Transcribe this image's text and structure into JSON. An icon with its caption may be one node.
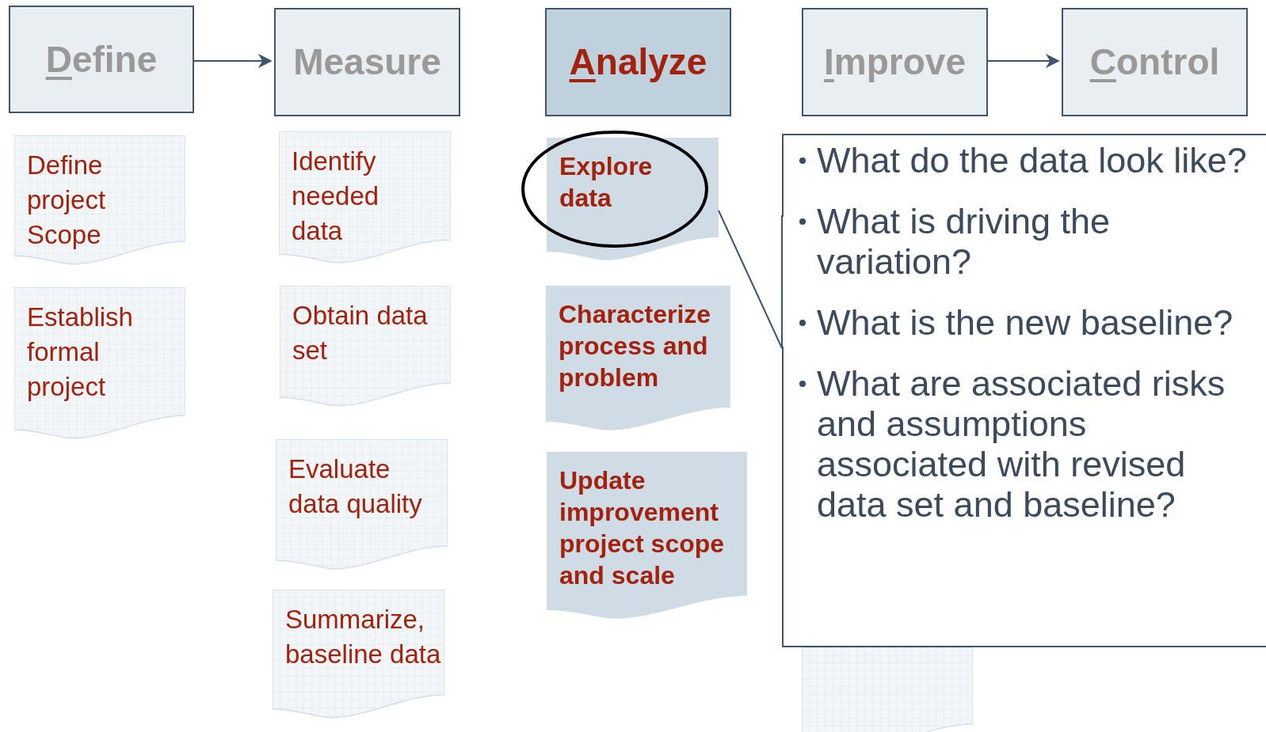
{
  "diagram": {
    "nodes": [
      {
        "text": [
          "Define"
        ]
      },
      {
        "text": [
          "Measure"
        ]
      },
      {
        "text": [
          "Analyze"
        ]
      },
      {
        "text": [
          "Improve"
        ]
      },
      {
        "text": [
          "Control"
        ]
      },
      {
        "text": [
          "Define project Scope"
        ]
      },
      {
        "text": [
          "Establish formal project"
        ]
      },
      {
        "text": [
          "Identify needed data"
        ]
      },
      {
        "text": [
          "Obtain data set"
        ]
      },
      {
        "text": [
          "Evaluate data quality"
        ]
      },
      {
        "text": [
          "Summarize, baseline data"
        ]
      },
      {
        "text": [
          "Explore data"
        ]
      },
      {
        "text": [
          "Characterize process and problem"
        ]
      },
      {
        "text": [
          "Update improvement project scope and scale"
        ]
      },
      {
        "text": [
          "What do the data look like?",
          "What is driving the variation?",
          "What is the new baseline?",
          "What are associated risks and assumptions associated with revised data set and baseline?"
        ]
      },
      {
        "text": [],
        "shape": "document"
      }
    ],
    "edges": [
      {
        "from": 0,
        "to": 1,
        "arrow": "to"
      },
      {
        "from": 3,
        "to": 4,
        "arrow": "to"
      },
      {
        "from": 14,
        "to": 11,
        "arrow": "none"
      }
    ]
  }
}
